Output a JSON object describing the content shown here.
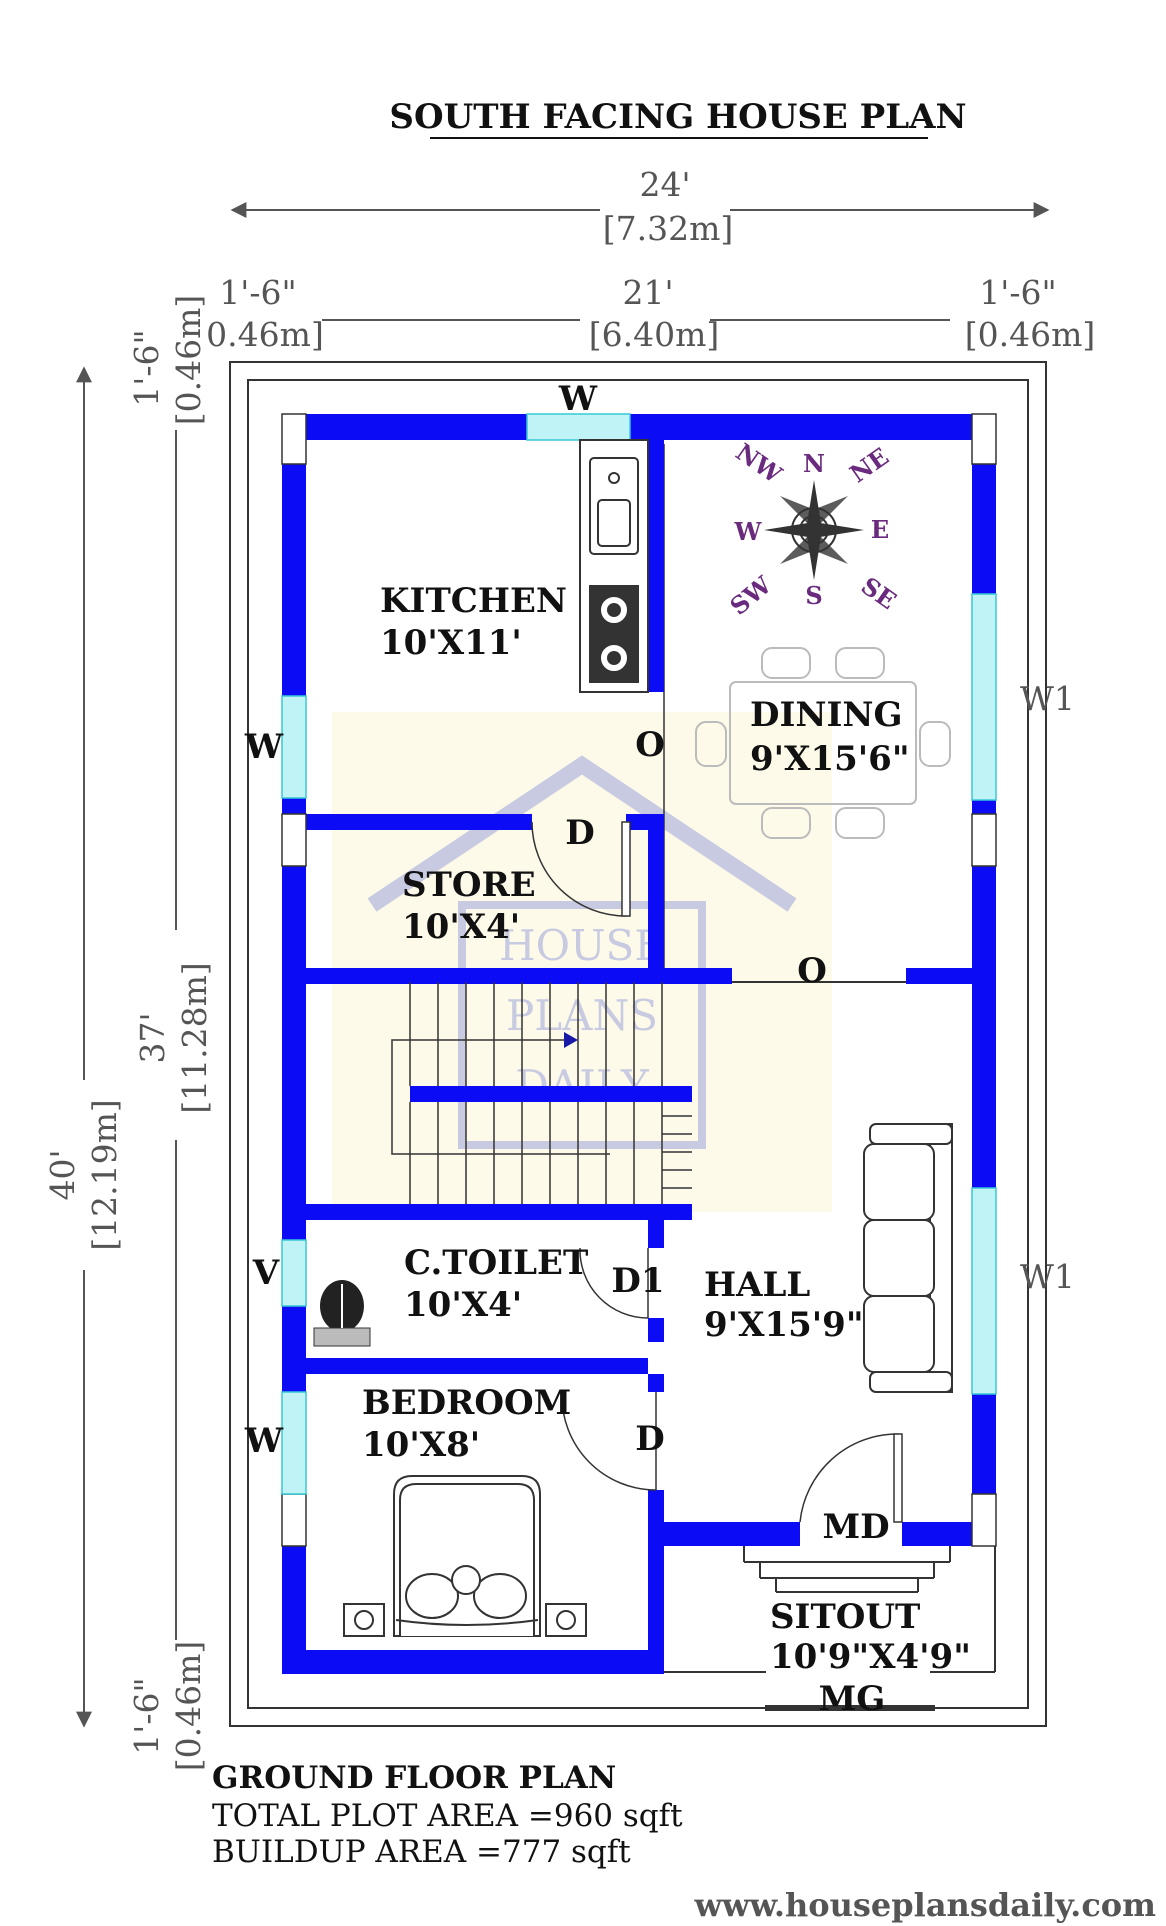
{
  "title": "SOUTH FACING HOUSE PLAN",
  "dimensions": {
    "total_width_ft": "24'",
    "total_width_m": "[7.32m]",
    "setback_left_ft": "1'-6\"",
    "setback_left_m": "0.46m]",
    "inner_width_ft": "21'",
    "inner_width_m": "[6.40m]",
    "setback_right_ft": "1'-6\"",
    "setback_right_m": "[0.46m]",
    "total_depth_ft": "40'",
    "total_depth_m": "[12.19m]",
    "inner_depth_ft": "37'",
    "inner_depth_m": "[11.28m]",
    "setback_top_ft": "1'-6\"",
    "setback_top_m": "[0.46m]",
    "setback_bottom_ft": "1'-6\"",
    "setback_bottom_m": "[0.46m]"
  },
  "rooms": {
    "kitchen_name": "KITCHEN",
    "kitchen_size": "10'X11'",
    "dining_name": "DINING",
    "dining_size": "9'X15'6\"",
    "store_name": "STORE",
    "store_size": "10'X4'",
    "toilet_name": "C.TOILET",
    "toilet_size": "10'X4'",
    "hall_name": "HALL",
    "hall_size": "9'X15'9\"",
    "bedroom_name": "BEDROOM",
    "bedroom_size": "10'X8'",
    "sitout_name": "SITOUT",
    "sitout_size": "10'9\"X4'9\""
  },
  "openings": {
    "w_top": "W",
    "w_kitchen": "W",
    "w_bedroom": "W",
    "v_toilet": "V",
    "w1_dining": "W1",
    "w1_hall": "W1",
    "o_kitchen": "O",
    "o_dining": "O",
    "d_store": "D",
    "d1_toilet": "D1",
    "d_bedroom": "D",
    "md": "MD",
    "mg": "MG"
  },
  "compass": {
    "n": "N",
    "s": "S",
    "e": "E",
    "w": "W",
    "ne": "NE",
    "nw": "NW",
    "se": "SE",
    "sw": "SW"
  },
  "watermark": [
    "HOUSE",
    "PLANS",
    "DAILY"
  ],
  "footer": {
    "heading": "GROUND FLOOR PLAN",
    "plot_area": "TOTAL PLOT AREA =960 sqft",
    "buildup_area": "BUILDUP AREA =777 sqft"
  },
  "website": "www.houseplansdaily.com",
  "colors": {
    "wall": "#0b0bf5",
    "window": "#bff3f5",
    "compass_text": "#6a2a7e",
    "stair_arrow": "#1a1aa8"
  }
}
